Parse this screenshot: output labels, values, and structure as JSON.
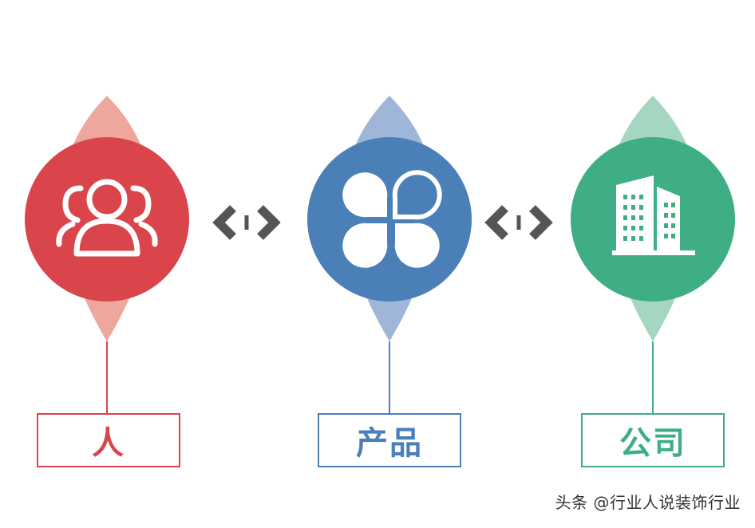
{
  "nodes": [
    {
      "id": "ren",
      "label": "人",
      "icon": "people-icon",
      "color": "#d9454b",
      "leaf_color": "#eda79d"
    },
    {
      "id": "chanpin",
      "label": "产品",
      "icon": "clover-icon",
      "color": "#4a7fb8",
      "leaf_color": "#9fb6d8"
    },
    {
      "id": "gongsi",
      "label": "公司",
      "icon": "building-icon",
      "color": "#3fae84",
      "leaf_color": "#a5d6c1"
    }
  ],
  "connectors": [
    {
      "icon": "bidirectional-arrow-icon",
      "color": "#555555"
    },
    {
      "icon": "bidirectional-arrow-icon",
      "color": "#555555"
    }
  ],
  "watermark": "头条 @行业人说装饰行业"
}
